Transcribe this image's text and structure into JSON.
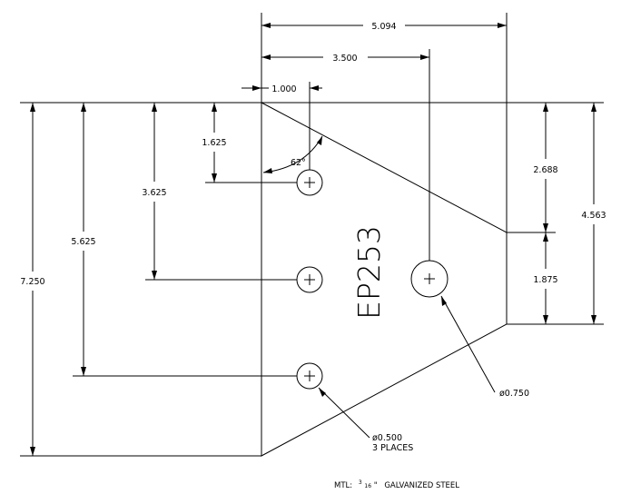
{
  "drawing": {
    "part_label": "EP253",
    "material_note": {
      "prefix": "MTL:",
      "fraction_numerator": "3",
      "fraction_denominator": "16",
      "inch_mark": "\"",
      "suffix": "GALVANIZED STEEL"
    }
  },
  "dimensions": {
    "width_overall": "5.094",
    "large_hole_offset": "3.500",
    "small_hole_offset": "1.000",
    "hole1_drop": "1.625",
    "hole2_drop": "3.625",
    "hole3_drop": "5.625",
    "height_overall": "7.250",
    "angle": "62°",
    "right_top_segment": "2.688",
    "right_edge_length": "1.875",
    "right_overall": "4.563"
  },
  "callouts": {
    "large_hole": "ø0.750",
    "small_holes": {
      "diameter": "ø0.500",
      "count": "3 PLACES"
    }
  },
  "colors": {
    "line": "#000000",
    "background": "#ffffff"
  }
}
